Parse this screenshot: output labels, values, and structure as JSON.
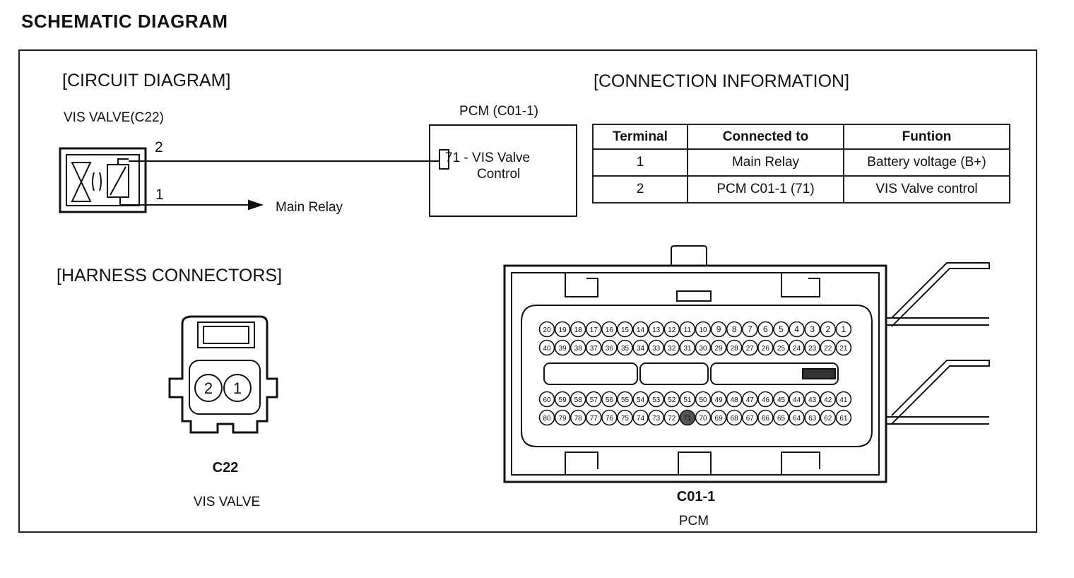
{
  "page_title": "SCHEMATIC DIAGRAM",
  "circuit": {
    "heading": "[CIRCUIT DIAGRAM]",
    "valve_label": "VIS VALVE(C22)",
    "pin2": "2",
    "pin1": "1",
    "main_relay": "Main Relay",
    "pcm_label": "PCM (C01-1)",
    "pcm_line1": "71 - VIS Valve",
    "pcm_line2": "Control"
  },
  "connection": {
    "heading": "[CONNECTION INFORMATION]",
    "headers": [
      "Terminal",
      "Connected to",
      "Funtion"
    ],
    "rows": [
      [
        "1",
        "Main Relay",
        "Battery voltage (B+)"
      ],
      [
        "2",
        "PCM C01-1 (71)",
        "VIS Valve control"
      ]
    ]
  },
  "harness": {
    "heading": "[HARNESS CONNECTORS]",
    "c22_pins": [
      "2",
      "1"
    ],
    "c22_code": "C22",
    "c22_name": "VIS VALVE",
    "c01_code": "C01-1",
    "c01_name": "PCM",
    "c01_rows": [
      [
        "20",
        "19",
        "18",
        "17",
        "16",
        "15",
        "14",
        "13",
        "12",
        "11",
        "10",
        "9",
        "8",
        "7",
        "6",
        "5",
        "4",
        "3",
        "2",
        "1"
      ],
      [
        "40",
        "39",
        "38",
        "37",
        "36",
        "35",
        "34",
        "33",
        "32",
        "31",
        "30",
        "29",
        "28",
        "27",
        "26",
        "25",
        "24",
        "23",
        "22",
        "21"
      ],
      [
        "60",
        "59",
        "58",
        "57",
        "56",
        "55",
        "54",
        "53",
        "52",
        "51",
        "50",
        "49",
        "48",
        "47",
        "46",
        "45",
        "44",
        "43",
        "42",
        "41"
      ],
      [
        "80",
        "79",
        "78",
        "77",
        "76",
        "75",
        "74",
        "73",
        "72",
        "71",
        "70",
        "69",
        "68",
        "67",
        "66",
        "65",
        "64",
        "63",
        "62",
        "61"
      ]
    ]
  }
}
